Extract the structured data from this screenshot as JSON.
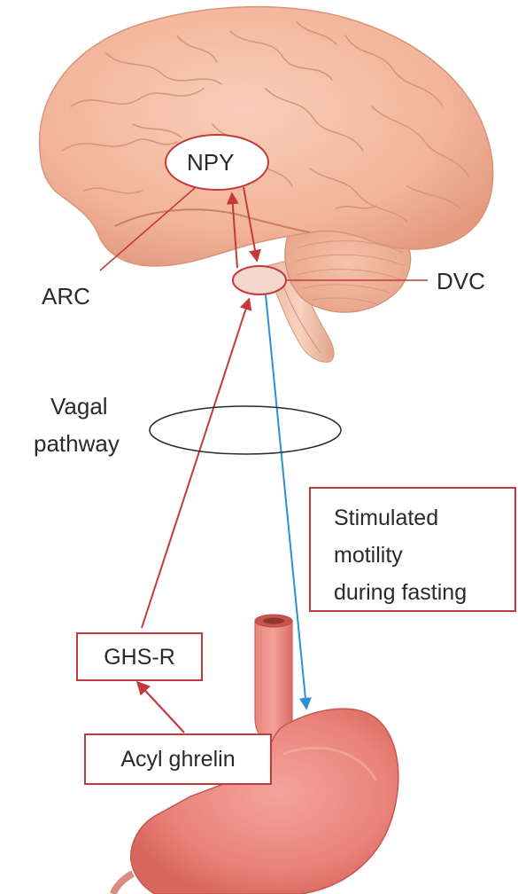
{
  "labels": {
    "npy": "NPY",
    "arc": "ARC",
    "dvc": "DVC",
    "vagal_line1": "Vagal",
    "vagal_line2": "pathway",
    "stimulated_line1": "Stimulated",
    "stimulated_line2": "motility",
    "stimulated_line3": "during fasting",
    "ghsr": "GHS-R",
    "acyl_ghrelin": "Acyl ghrelin"
  },
  "colors": {
    "pathway_red": "#c43a3a",
    "motility_blue": "#2f8fd0",
    "brain": "#f2b49a",
    "stomach": "#e9827a"
  }
}
